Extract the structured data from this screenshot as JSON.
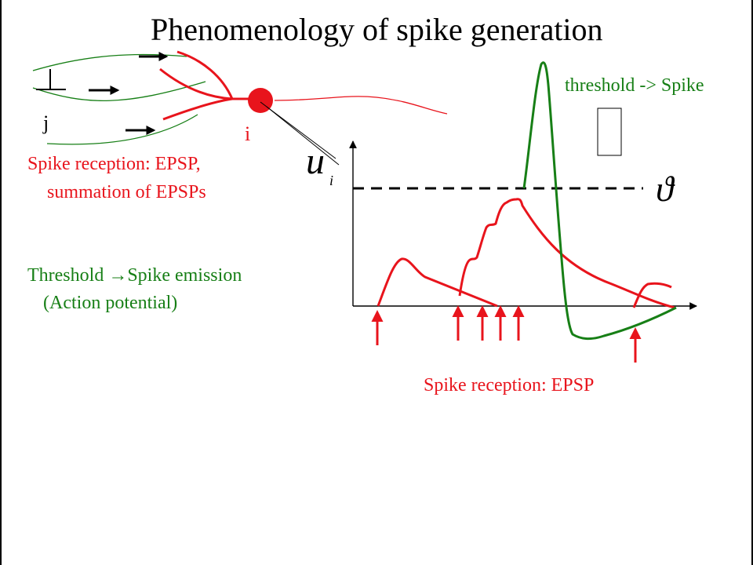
{
  "title": "Phenomenology of spike generation",
  "neuron": {
    "presynaptic_label": "j",
    "postsynaptic_label": "i"
  },
  "annotations": {
    "reception_line1": "Spike reception: EPSP,",
    "reception_line2": "summation of EPSPs",
    "threshold_line1_pre": "Threshold ",
    "threshold_arrow": "→",
    "threshold_line1_post": "Spike emission",
    "threshold_line2": "(Action potential)",
    "threshold_spike": "threshold -> Spike",
    "reception_epsp": "Spike reception: EPSP"
  },
  "symbols": {
    "potential": "u",
    "potential_index": "i",
    "threshold": "ϑ"
  },
  "colors": {
    "epsp": "#e8141c",
    "spike": "#177f16",
    "axes": "#000000"
  }
}
